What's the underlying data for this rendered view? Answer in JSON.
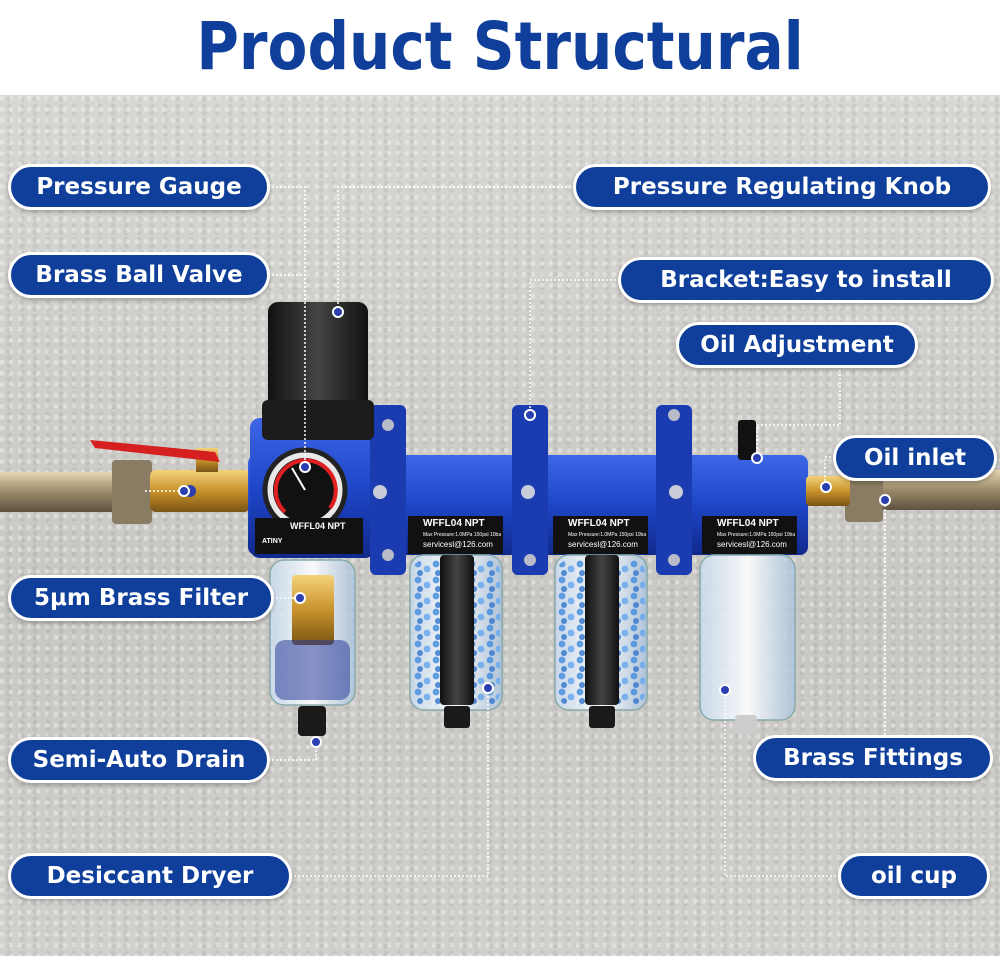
{
  "title": "Product Structural",
  "labels": {
    "pressure_gauge": "Pressure Gauge",
    "brass_ball_valve": "Brass Ball Valve",
    "brass_filter": "5μm Brass Filter",
    "semi_auto_drain": "Semi-Auto Drain",
    "desiccant_dryer": "Desiccant Dryer",
    "pressure_regulating_knob": "Pressure Regulating Knob",
    "bracket": "Bracket:Easy to install",
    "oil_adjustment": "Oil Adjustment",
    "oil_inlet": "Oil inlet",
    "brass_fittings": "Brass Fittings",
    "oil_cup": "oil cup"
  },
  "product": {
    "model_label": "WFFL04 NPT",
    "spec_text": "Max Pressure:1.0MPa 150psi 10bar",
    "email": "servicesl@126.com",
    "brand": "ATINY"
  },
  "colors": {
    "brand_blue": "#0f3f9b",
    "housing_blue": "#1e46c8",
    "brass": "#d6a640",
    "pill_text": "#ffffff"
  }
}
